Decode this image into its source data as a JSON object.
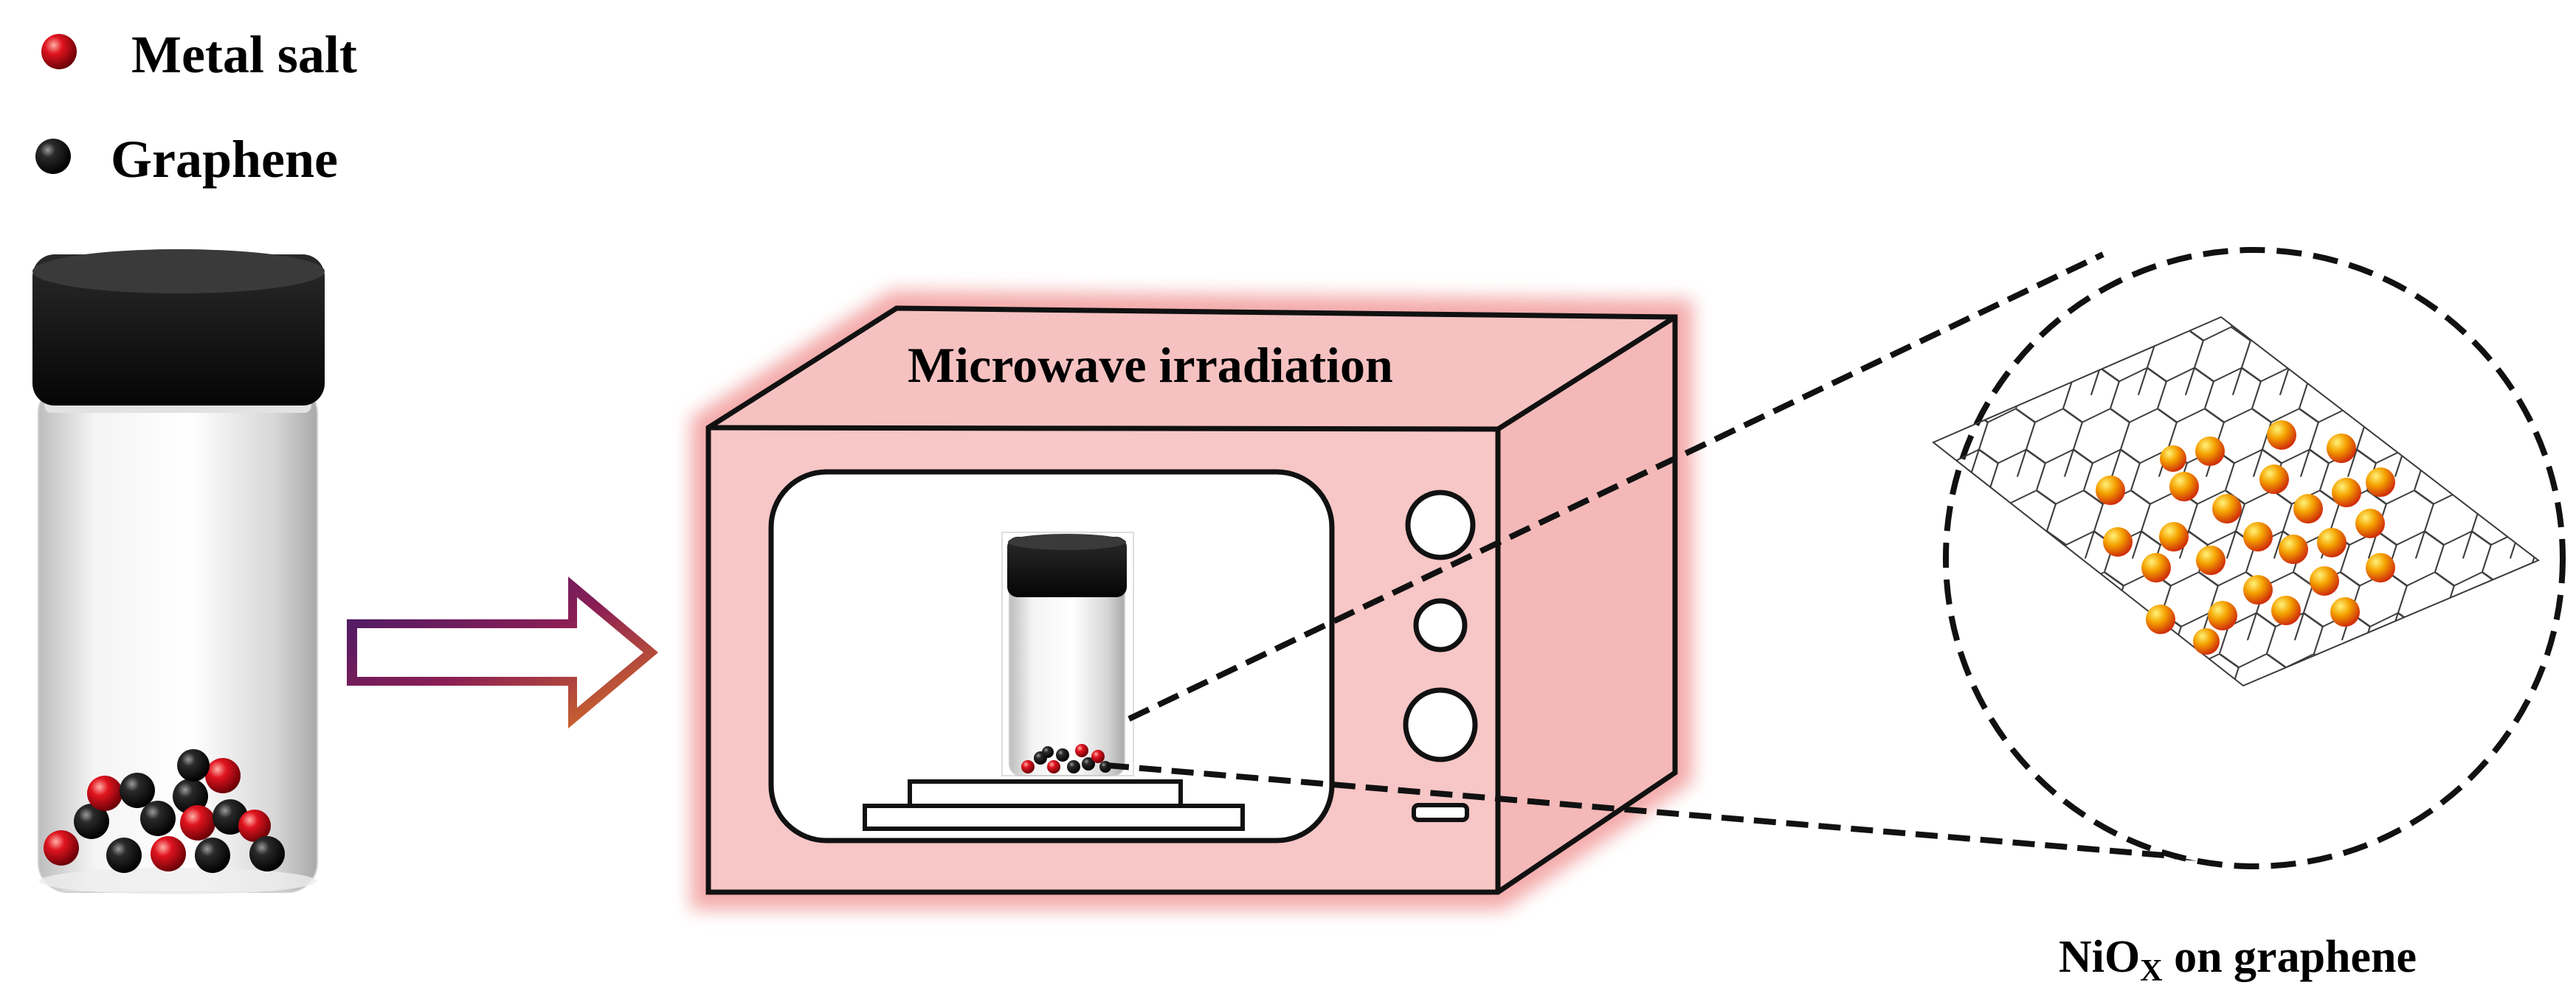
{
  "legend": {
    "metal_salt_label": "Metal salt",
    "graphene_label": "Graphene"
  },
  "microwave": {
    "label": "Microwave irradiation"
  },
  "product": {
    "label_main": "NiO",
    "label_sub": "X",
    "label_rest": " on graphene"
  },
  "colors": {
    "metal_salt": "#d0101a",
    "graphene_ball": "#111111",
    "nanoparticle": "#f7a800",
    "glow": "#f4a0a0",
    "cap": "#0d0d0d"
  },
  "icons": {
    "process_arrow": "right-arrow-icon",
    "vial": "vial-icon",
    "lattice": "hexagon-lattice-icon"
  }
}
